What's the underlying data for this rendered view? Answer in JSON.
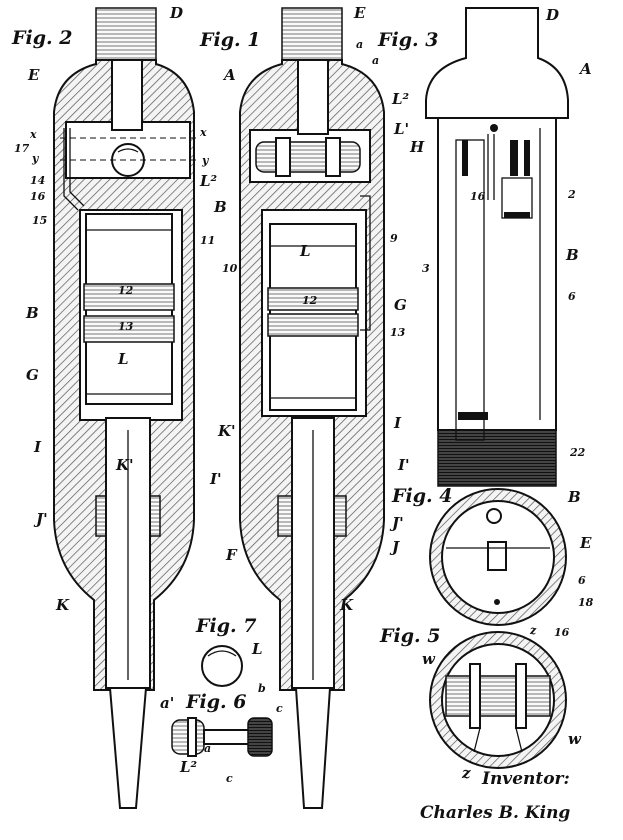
{
  "figures": {
    "fig1": "Fig. 1",
    "fig2": "Fig. 2",
    "fig3": "Fig. 3",
    "fig4": "Fig. 4",
    "fig5": "Fig. 5",
    "fig6": "Fig. 6",
    "fig7": "Fig. 7"
  },
  "fig2_labels": {
    "D": "D",
    "E": "E",
    "x1": "x",
    "x2": "x",
    "n17": "17",
    "y1": "y",
    "y2": "y",
    "n14": "14",
    "n16": "16",
    "L2": "L²",
    "n15": "15",
    "n11": "11",
    "B": "B",
    "n12": "12",
    "n13": "13",
    "L": "L",
    "G": "G",
    "I": "I",
    "I1": "I'",
    "K1": "K'",
    "J1": "J'",
    "K": "K"
  },
  "fig1_labels": {
    "E": "E",
    "a1": "a",
    "a2": "a",
    "A": "A",
    "L2": "L²",
    "L1": "L'",
    "B": "B",
    "n9": "9",
    "L": "L",
    "n10": "10",
    "n12": "12",
    "G": "G",
    "n13": "13",
    "K1": "K'",
    "I": "I",
    "I1": "I'",
    "J1": "J'",
    "J": "J",
    "F": "F",
    "K": "K"
  },
  "fig3_labels": {
    "D": "D",
    "A": "A",
    "H": "H",
    "n16": "16",
    "n2": "2",
    "n3": "3",
    "B": "B",
    "n6": "6",
    "n22": "22"
  },
  "fig4_labels": {
    "B": "B",
    "E": "E",
    "n6": "6",
    "n18": "18",
    "z": "z",
    "n16": "16"
  },
  "fig5_labels": {
    "w1": "w",
    "w2": "w",
    "z": "z"
  },
  "fig6_labels": {
    "a1": "a'",
    "b": "b",
    "c1": "c",
    "a": "a",
    "L2": "L²",
    "c2": "c"
  },
  "fig7_labels": {
    "L": "L"
  },
  "signature": {
    "inventor_label": "Inventor:",
    "inventor_name": "Charles B. King"
  }
}
